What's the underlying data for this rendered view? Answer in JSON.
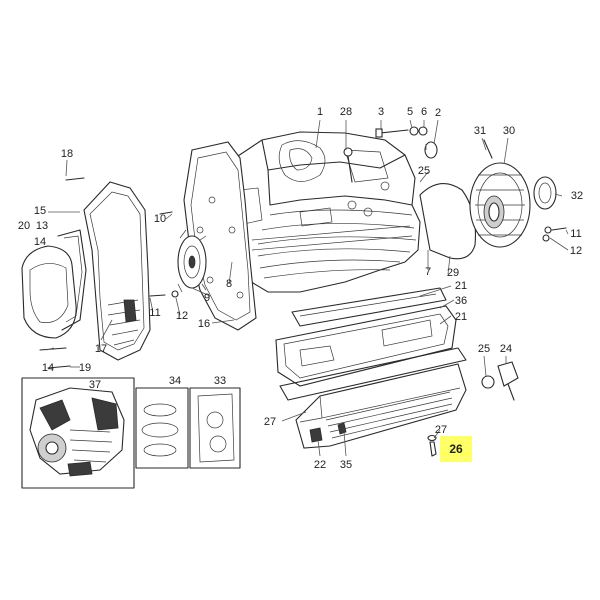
{
  "highlight_color": "#ffff66",
  "highlighted_part": "26",
  "labels": {
    "p1": "1",
    "p28": "28",
    "p3": "3",
    "p5": "5",
    "p6": "6",
    "p2": "2",
    "p31": "31",
    "p30": "30",
    "p18": "18",
    "p25a": "25",
    "p32": "32",
    "p15": "15",
    "p10": "10",
    "p20": "20",
    "p13": "13",
    "p14a": "14",
    "p11a": "11",
    "p12a": "12",
    "p8": "8",
    "p7": "7",
    "p29": "29",
    "p21a": "21",
    "p36": "36",
    "p21b": "21",
    "p9": "9",
    "p11b": "11",
    "p12b": "12",
    "p16": "16",
    "p17": "17",
    "p19": "19",
    "p14b": "14",
    "p37": "37",
    "p34": "34",
    "p33": "33",
    "p27a": "27",
    "p25b": "25",
    "p24": "24",
    "p27b": "27",
    "p22": "22",
    "p35": "35"
  }
}
